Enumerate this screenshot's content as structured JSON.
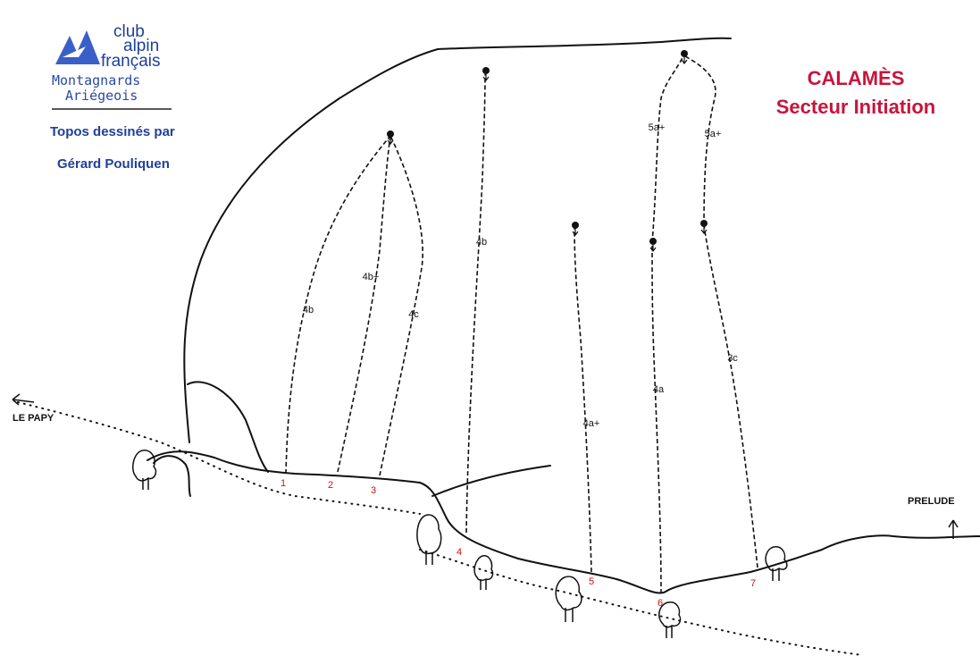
{
  "logo": {
    "line1": "club",
    "line2": "alpin",
    "line3": "français",
    "sub1": "Montagnards",
    "sub2": "Ariégeois",
    "credit1": "Topos dessinés par",
    "credit2": "Gérard Pouliquen"
  },
  "title": {
    "line1": "CALAMÈS",
    "line2": "Secteur Initiation"
  },
  "places": {
    "left": "LE PAPY",
    "right": "PRELUDE"
  },
  "routes": [
    {
      "number": "1",
      "grade": "4b"
    },
    {
      "number": "2",
      "grade": "4b+"
    },
    {
      "number": "3",
      "grade": "4c"
    },
    {
      "number": "4",
      "grade": "4b"
    },
    {
      "number": "5",
      "grade": "4a+"
    },
    {
      "number": "6",
      "grade": "4a"
    },
    {
      "number": "6",
      "grade": "5a+"
    },
    {
      "number": "7",
      "grade": "3c"
    },
    {
      "number": "7",
      "grade": "5a+"
    }
  ],
  "colors": {
    "title": "#c8143c",
    "logo": "#1f3f9a",
    "numbers": "#cc1111"
  }
}
